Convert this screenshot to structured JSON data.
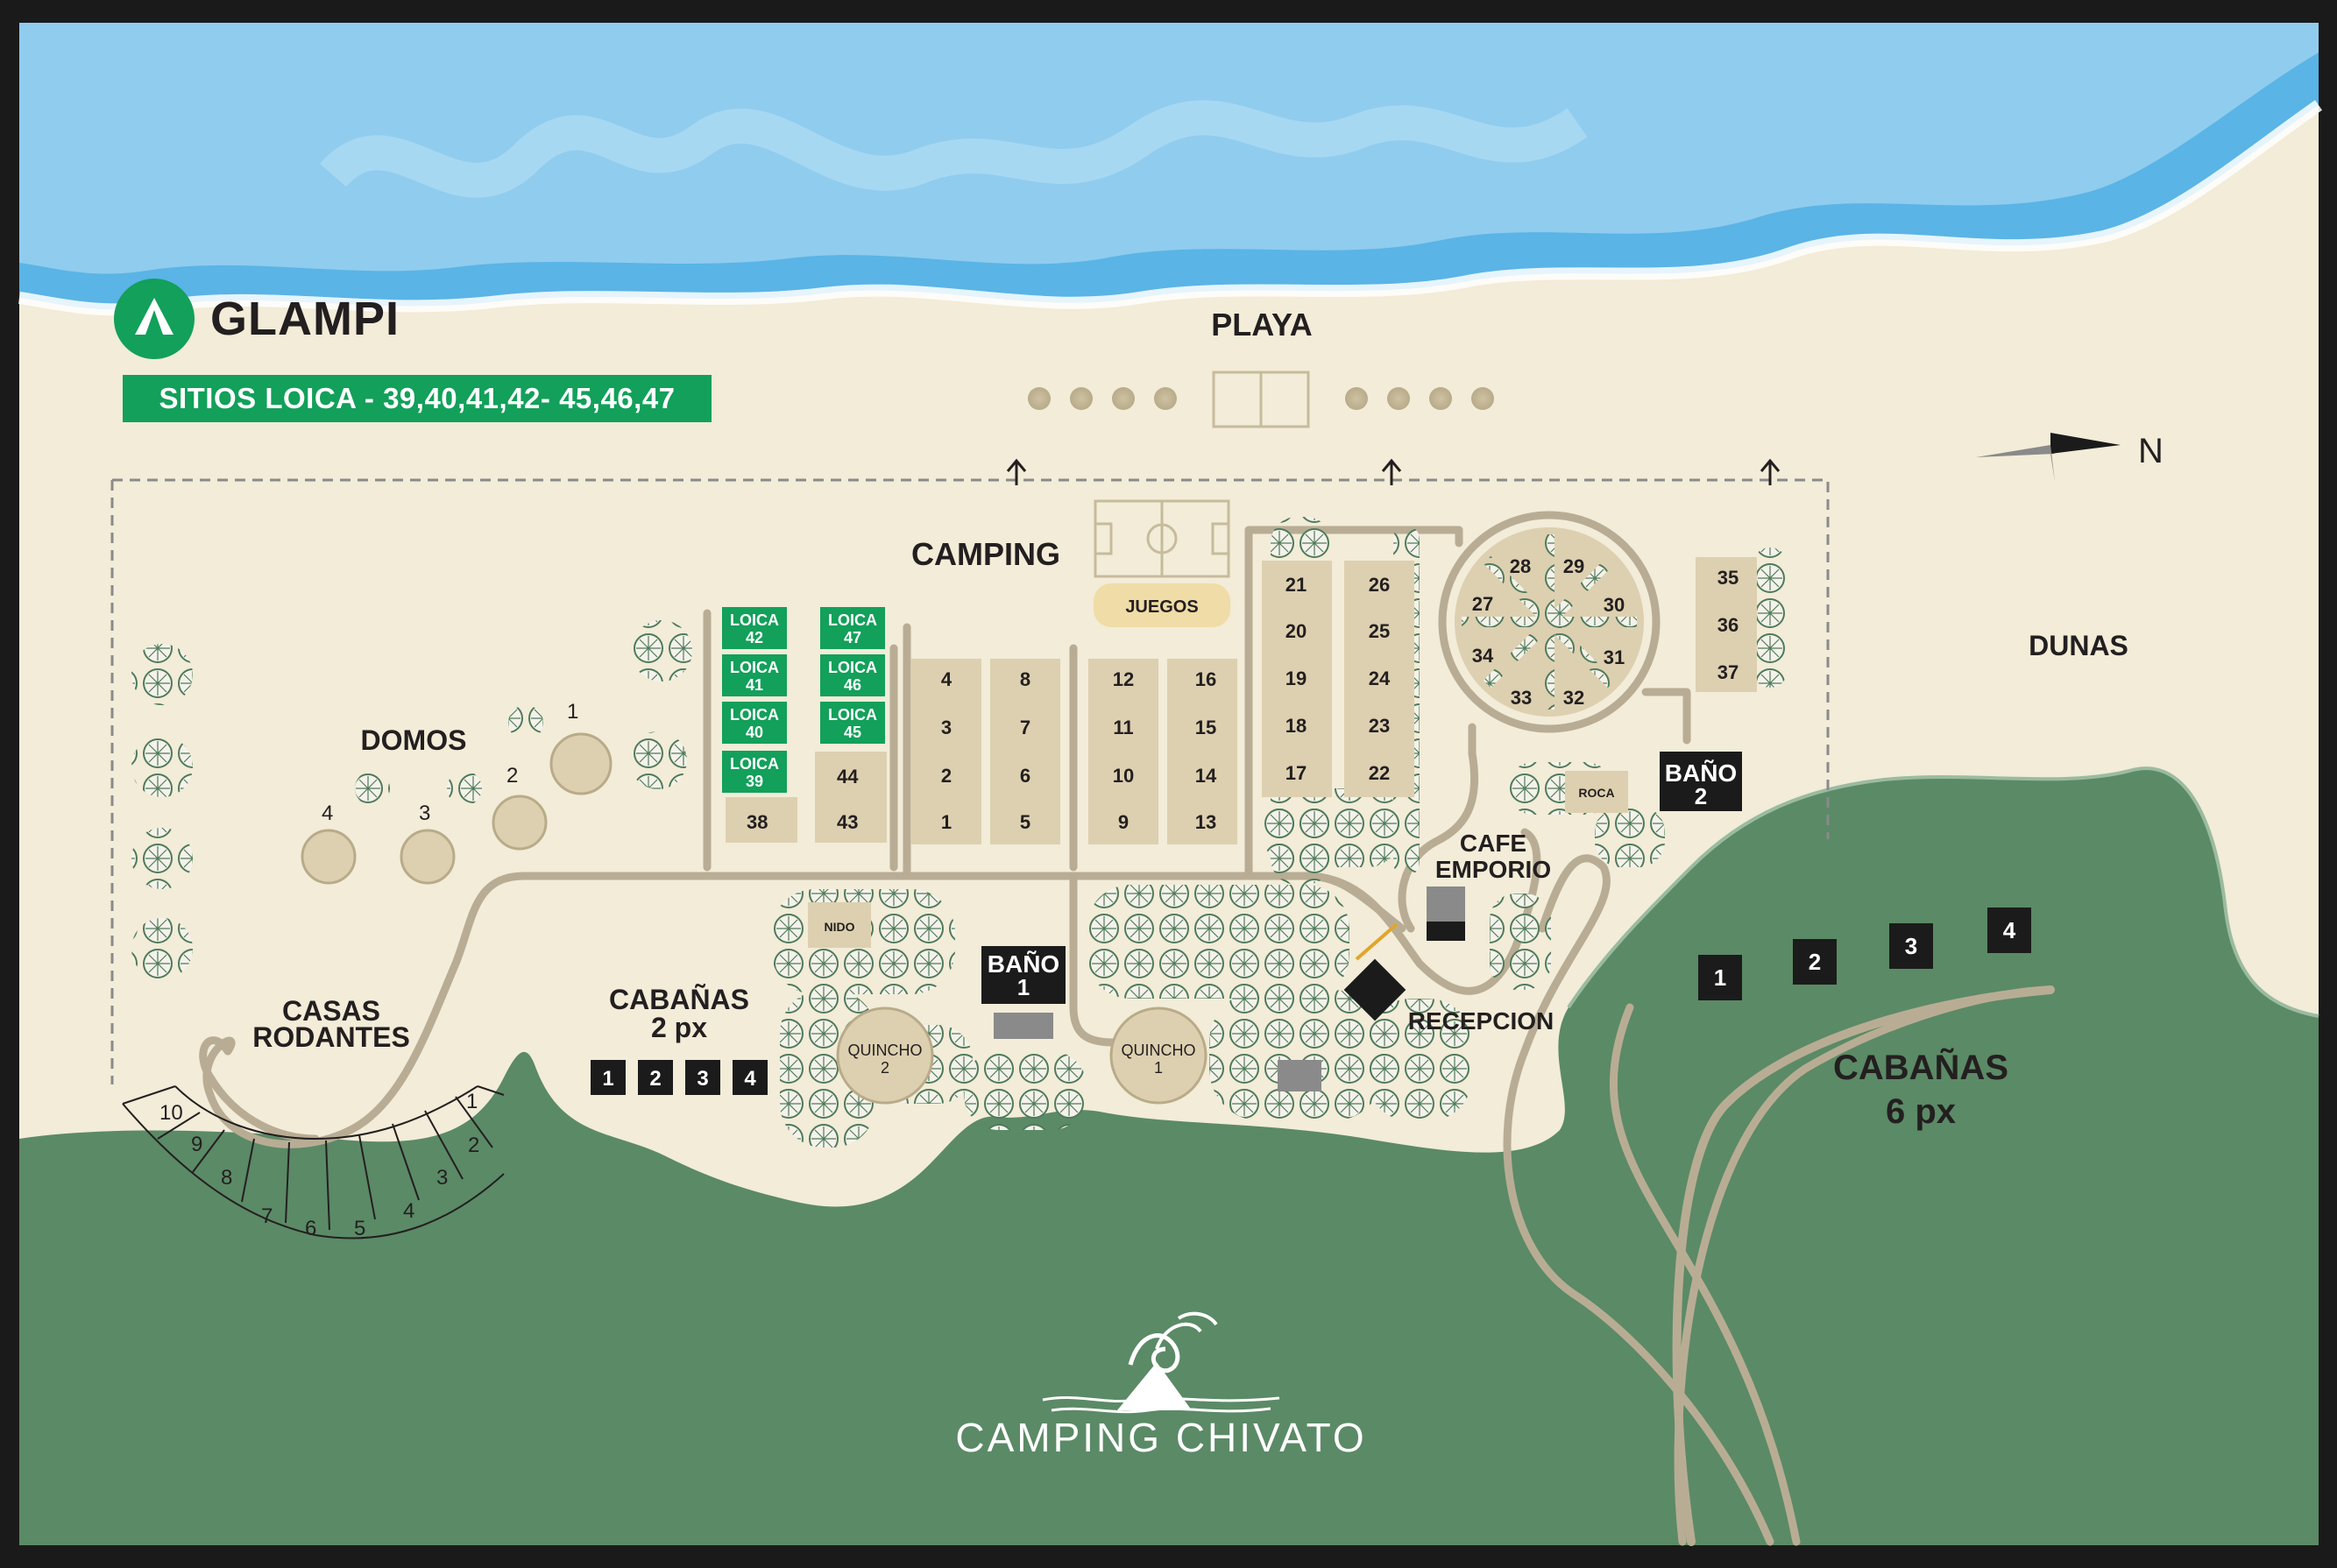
{
  "brand": {
    "name": "GLAMPI",
    "banner": "SITIOS LOICA - 39,40,41,42- 45,46,47"
  },
  "labels": {
    "playa": "PLAYA",
    "camping": "CAMPING",
    "dunas": "DUNAS",
    "domos": "DOMOS",
    "casas_1": "CASAS",
    "casas_2": "RODANTES",
    "cab2_1": "CABAÑAS",
    "cab2_2": "2 px",
    "cab6_1": "CABAÑAS",
    "cab6_2": "6 px",
    "juegos": "JUEGOS",
    "nido": "NIDO",
    "roca": "ROCA",
    "bano1_1": "BAÑO",
    "bano1_2": "1",
    "bano2_1": "BAÑO",
    "bano2_2": "2",
    "quincho": "QUINCHO",
    "quincho1_n": "1",
    "quincho2_n": "2",
    "cafe_1": "CAFE",
    "cafe_2": "EMPORIO",
    "recepcion": "RECEPCION",
    "north": "N",
    "footer": "CAMPING CHIVATO",
    "loica_word": "LOICA"
  },
  "domos": [
    "1",
    "2",
    "3",
    "4"
  ],
  "loica_sites": [
    "42",
    "41",
    "40",
    "39",
    "47",
    "46",
    "45"
  ],
  "sites": {
    "col_a": [
      "38",
      "43",
      "44"
    ],
    "col_b": [
      "4",
      "3",
      "2",
      "1"
    ],
    "col_c": [
      "8",
      "7",
      "6",
      "5"
    ],
    "col_d": [
      "12",
      "11",
      "10",
      "9"
    ],
    "col_e": [
      "16",
      "15",
      "14",
      "13"
    ],
    "col_f": [
      "21",
      "20",
      "19",
      "18",
      "17"
    ],
    "col_g": [
      "26",
      "25",
      "24",
      "23",
      "22"
    ],
    "circle": [
      "28",
      "29",
      "30",
      "31",
      "32",
      "33",
      "34",
      "27"
    ],
    "col_h": [
      "35",
      "36",
      "37"
    ]
  },
  "rv_slots": [
    "1",
    "2",
    "3",
    "4",
    "5",
    "6",
    "7",
    "8",
    "9",
    "10"
  ],
  "cabanas_2px": [
    "1",
    "2",
    "3",
    "4"
  ],
  "cabanas_6px": [
    "1",
    "2",
    "3",
    "4"
  ],
  "colors": {
    "sea": "#5ab4e6",
    "sea_light": "#9ed2f0",
    "sand": "#f2ecd8",
    "forest": "#5b8a66",
    "site": "#ddd0b0",
    "path": "#b8ad94",
    "loica": "#12a05a",
    "dark": "#1b1b1b"
  }
}
